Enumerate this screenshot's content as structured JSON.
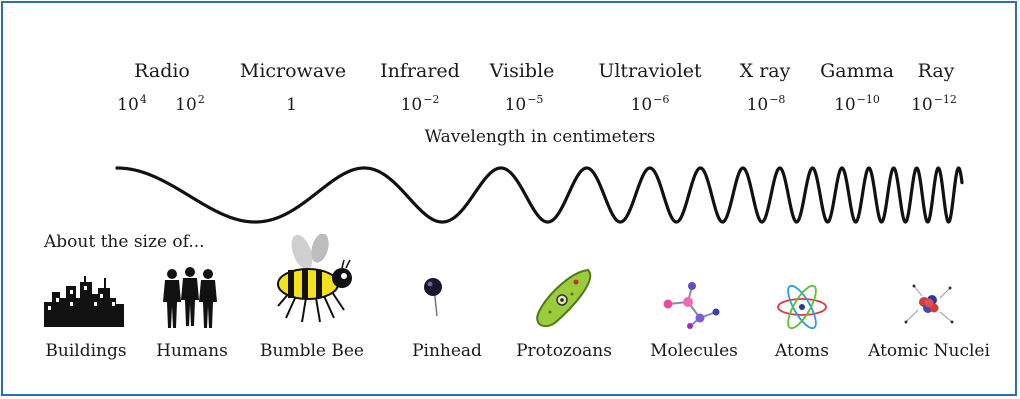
{
  "bands": [
    {
      "label": "Radio"
    },
    {
      "label": "Microwave"
    },
    {
      "label": "Infrared"
    },
    {
      "label": "Visible"
    },
    {
      "label": "Ultraviolet"
    },
    {
      "label": "X ray"
    },
    {
      "label": "Gamma"
    },
    {
      "label": "Ray"
    }
  ],
  "wavelengths": [
    {
      "base": "10",
      "exp": "4"
    },
    {
      "base": "10",
      "exp": "2"
    },
    {
      "base": "1",
      "exp": ""
    },
    {
      "base": "10",
      "exp": "−2"
    },
    {
      "base": "10",
      "exp": "−5"
    },
    {
      "base": "10",
      "exp": "−6"
    },
    {
      "base": "10",
      "exp": "−8"
    },
    {
      "base": "10",
      "exp": "−10"
    },
    {
      "base": "10",
      "exp": "−12"
    }
  ],
  "axis_label": "Wavelength in centimeters",
  "size_intro": "About the size of...",
  "objects": [
    {
      "label": "Buildings",
      "icon": "buildings-icon"
    },
    {
      "label": "Humans",
      "icon": "humans-icon"
    },
    {
      "label": "Bumble Bee",
      "icon": "bumble-bee-icon"
    },
    {
      "label": "Pinhead",
      "icon": "pinhead-icon"
    },
    {
      "label": "Protozoans",
      "icon": "protozoan-icon"
    },
    {
      "label": "Molecules",
      "icon": "molecule-icon"
    },
    {
      "label": "Atoms",
      "icon": "atom-icon"
    },
    {
      "label": "Atomic Nuclei",
      "icon": "atomic-nucleus-icon"
    }
  ],
  "colors": {
    "frame": "#2a6fb0",
    "wave": "#111111",
    "bee_yellow": "#f3e21b"
  }
}
